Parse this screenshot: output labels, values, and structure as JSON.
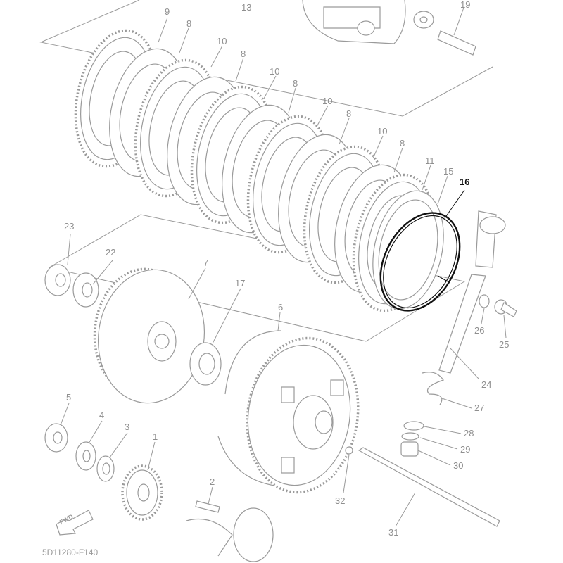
{
  "diagram": {
    "code": "5D11280-F140",
    "fwd_label": "FWD",
    "highlight_color": "#111111",
    "line_color": "#9a9a9a"
  },
  "callouts": [
    {
      "id": "c9a",
      "label": "9"
    },
    {
      "id": "c13",
      "label": "13"
    },
    {
      "id": "c19",
      "label": "19"
    },
    {
      "id": "c8a",
      "label": "8"
    },
    {
      "id": "c10a",
      "label": "10"
    },
    {
      "id": "c8b",
      "label": "8"
    },
    {
      "id": "c10b",
      "label": "10"
    },
    {
      "id": "c8c",
      "label": "8"
    },
    {
      "id": "c10c",
      "label": "10"
    },
    {
      "id": "c8d",
      "label": "8"
    },
    {
      "id": "c10d",
      "label": "10"
    },
    {
      "id": "c8e",
      "label": "8"
    },
    {
      "id": "c11",
      "label": "11"
    },
    {
      "id": "c15",
      "label": "15"
    },
    {
      "id": "c16",
      "label": "16",
      "highlighted": true
    },
    {
      "id": "c23",
      "label": "23"
    },
    {
      "id": "c22",
      "label": "22"
    },
    {
      "id": "c7",
      "label": "7"
    },
    {
      "id": "c17",
      "label": "17"
    },
    {
      "id": "c6",
      "label": "6"
    },
    {
      "id": "c26",
      "label": "26"
    },
    {
      "id": "c25",
      "label": "25"
    },
    {
      "id": "c24",
      "label": "24"
    },
    {
      "id": "c27",
      "label": "27"
    },
    {
      "id": "c28",
      "label": "28"
    },
    {
      "id": "c29",
      "label": "29"
    },
    {
      "id": "c30",
      "label": "30"
    },
    {
      "id": "c5",
      "label": "5"
    },
    {
      "id": "c4",
      "label": "4"
    },
    {
      "id": "c3",
      "label": "3"
    },
    {
      "id": "c1",
      "label": "1"
    },
    {
      "id": "c2",
      "label": "2"
    },
    {
      "id": "c32",
      "label": "32"
    },
    {
      "id": "c31",
      "label": "31"
    }
  ]
}
